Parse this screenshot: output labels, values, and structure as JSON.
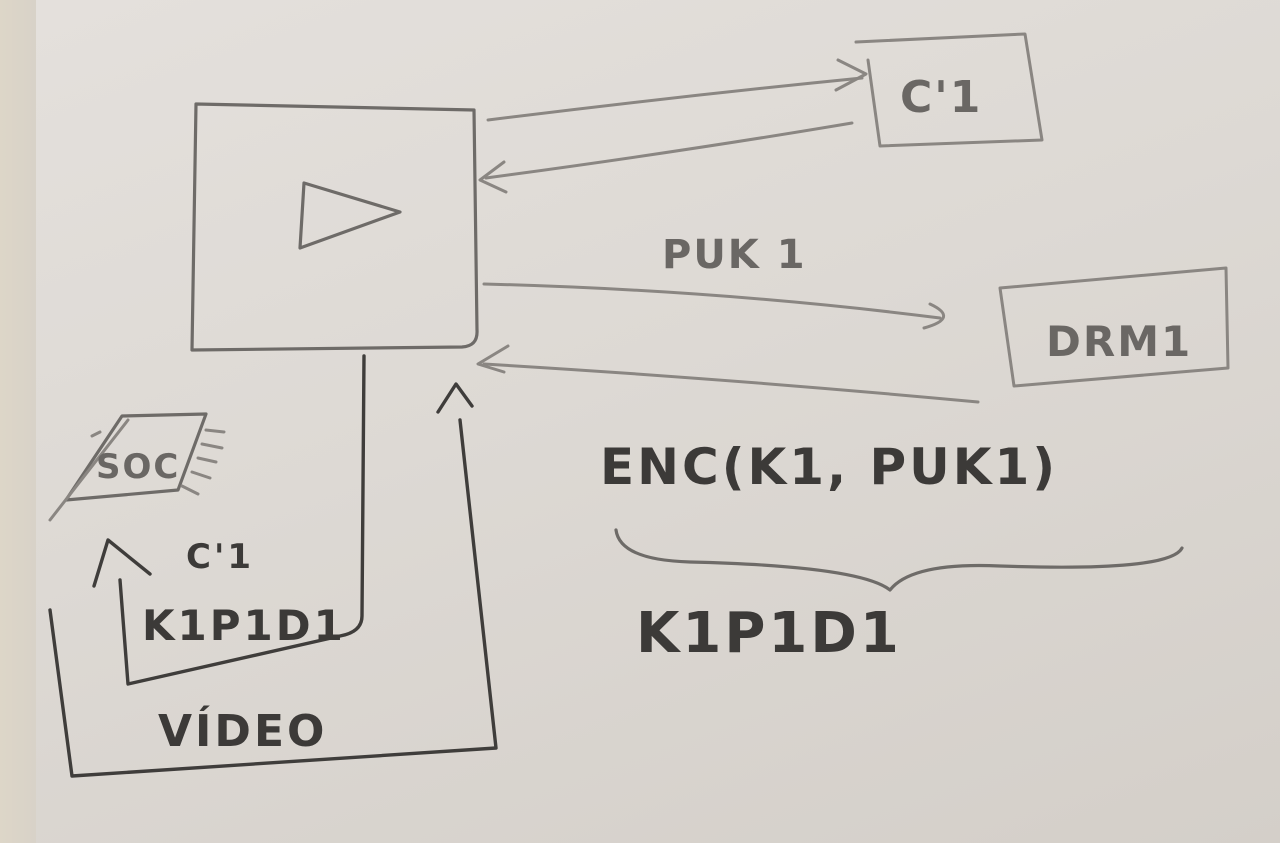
{
  "diagram": {
    "medium": "pencil sketch on paper",
    "nodes": [
      {
        "id": "player",
        "label": "",
        "icon": "play-icon"
      },
      {
        "id": "c1",
        "label": "C'1"
      },
      {
        "id": "drm1",
        "label": "DRM1"
      },
      {
        "id": "soc",
        "label": "SOC",
        "icon": "chip-icon"
      }
    ],
    "edges": [
      {
        "from": "player",
        "to": "c1",
        "label": ""
      },
      {
        "from": "c1",
        "to": "player",
        "label": ""
      },
      {
        "from": "player",
        "to": "drm1",
        "label": "PUK 1"
      },
      {
        "from": "drm1",
        "to": "player",
        "label": "ENC(K1, PUK1)"
      },
      {
        "from": "player",
        "to": "soc",
        "label": "C'1 K1P1D1"
      },
      {
        "from": "soc",
        "to": "player",
        "label": "VÍDEO"
      }
    ],
    "labels": {
      "c1_box": "C'1",
      "drm_box": "DRM1",
      "puk_arrow": "PUK 1",
      "enc_expr": "ENC(K1, PUK1)",
      "brace_result": "K1P1D1",
      "soc_chip": "SOC",
      "inner_loop_top": "C'1",
      "inner_loop_bottom": "K1P1D1",
      "outer_loop": "VÍDEO"
    }
  }
}
